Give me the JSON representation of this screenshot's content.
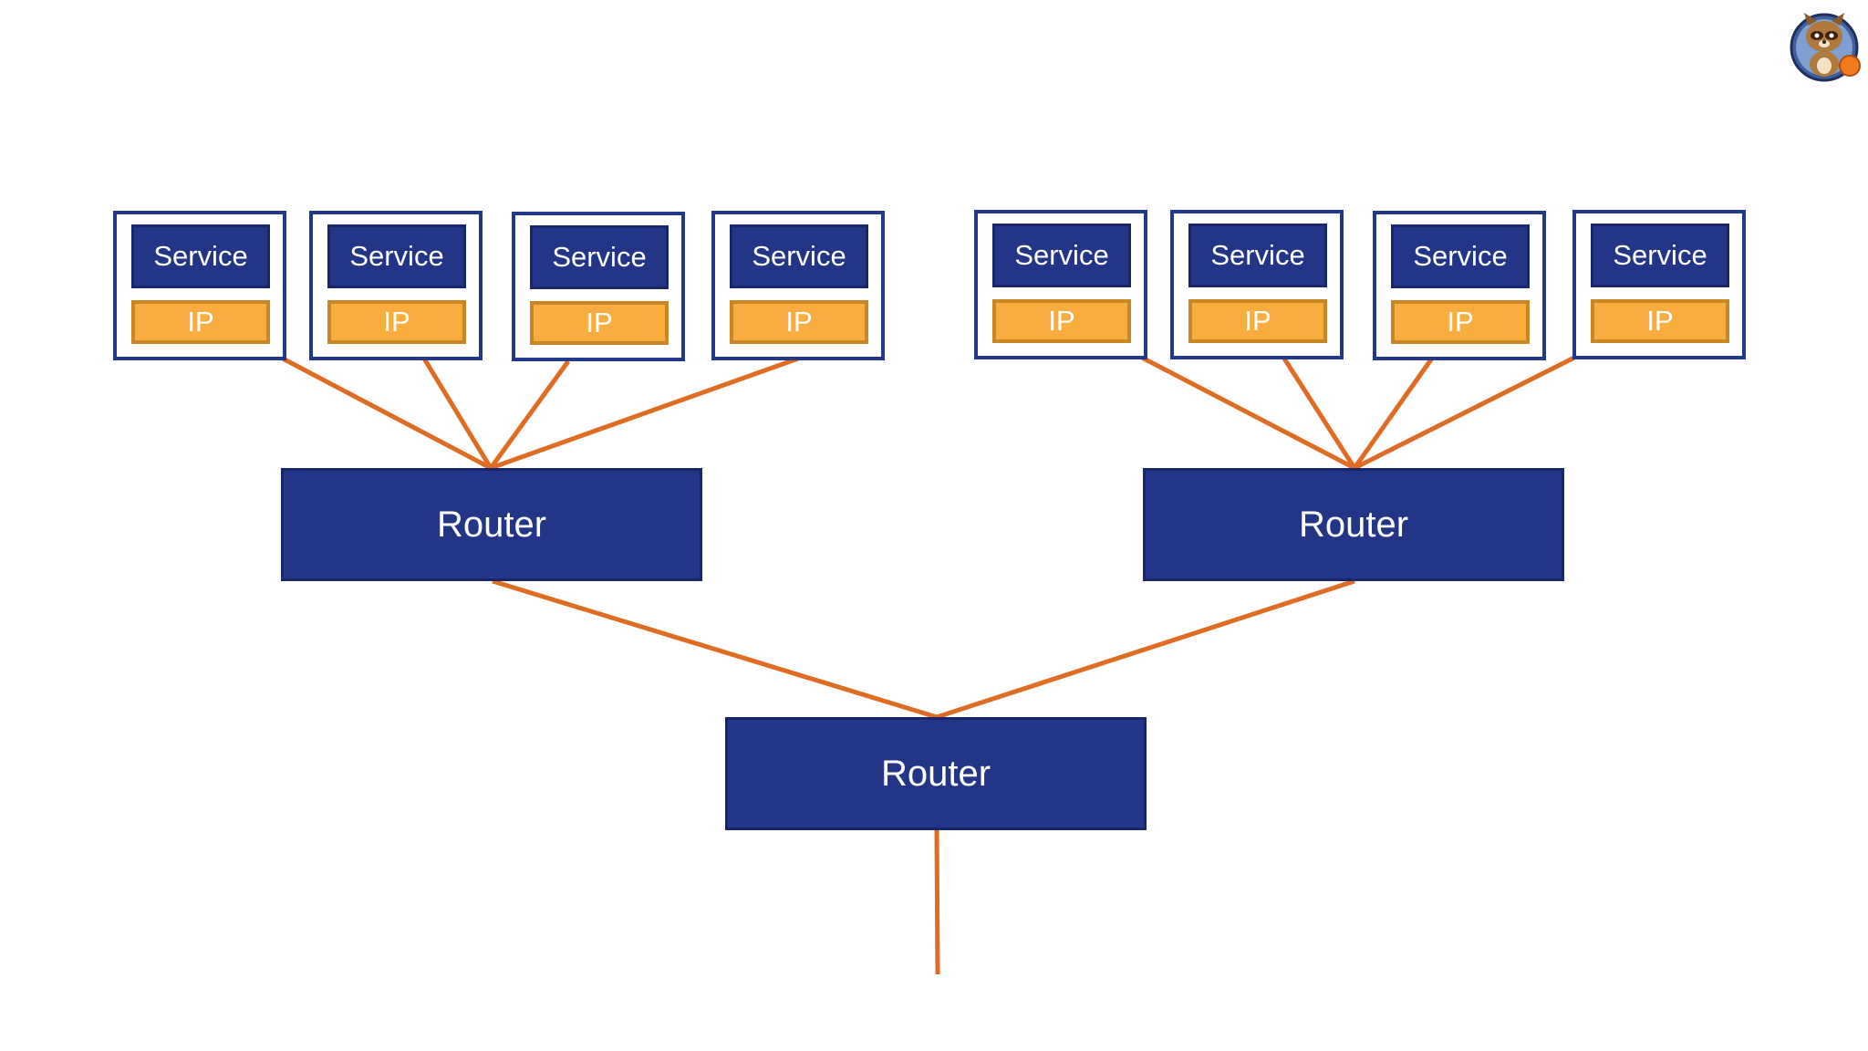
{
  "diagram": {
    "service_label": "Service",
    "ip_label": "IP",
    "router_label": "Router",
    "left_group": {
      "hosts": [
        {
          "service": "Service",
          "ip": "IP"
        },
        {
          "service": "Service",
          "ip": "IP"
        },
        {
          "service": "Service",
          "ip": "IP"
        },
        {
          "service": "Service",
          "ip": "IP"
        }
      ],
      "router": "Router"
    },
    "right_group": {
      "hosts": [
        {
          "service": "Service",
          "ip": "IP"
        },
        {
          "service": "Service",
          "ip": "IP"
        },
        {
          "service": "Service",
          "ip": "IP"
        },
        {
          "service": "Service",
          "ip": "IP"
        }
      ],
      "router": "Router"
    },
    "root_router": "Router",
    "colors": {
      "box_fill": "#223587",
      "ip_fill": "#f9ad3f",
      "link": "#e06b22",
      "background": "#ffffff"
    }
  },
  "avatar": {
    "icon": "raccoon-mascot-icon"
  }
}
